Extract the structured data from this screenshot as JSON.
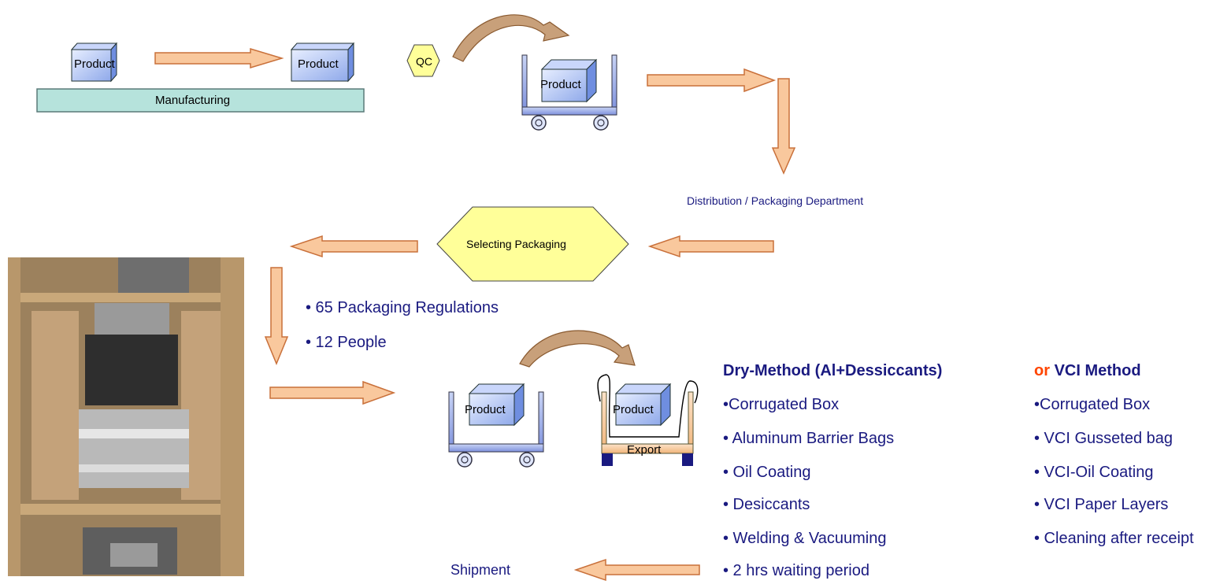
{
  "labels": {
    "product": "Product",
    "manufacturing": "Manufacturing",
    "qc": "QC",
    "distribution": "Distribution / Packaging Department",
    "selecting": "Selecting Packaging",
    "export": "Export",
    "shipment": "Shipment"
  },
  "stats": [
    "• 65 Packaging Regulations",
    "• 12 People"
  ],
  "dry_method": {
    "title": "Dry-Method (Al+Dessiccants)",
    "items": [
      "•Corrugated Box",
      "• Aluminum Barrier Bags",
      "• Oil Coating",
      "• Desiccants",
      "• Welding & Vacuuming",
      "• 2 hrs waiting period"
    ]
  },
  "vci_method": {
    "or_word": "or",
    "title": "VCI Method",
    "items": [
      "•Corrugated Box",
      "• VCI Gusseted bag",
      "• VCI-Oil Coating",
      "• VCI Paper Layers",
      "• Cleaning after receipt"
    ]
  },
  "colors": {
    "arrow_fill": "#f9c89d",
    "arrow_stroke": "#c9703a",
    "box_front": "#9fb6ef",
    "box_side": "#6f8ee0",
    "belt": "#b6e3dc",
    "hexagon": "#ffff99",
    "cart": "#6f83d6",
    "text_navy": "#1a1a80",
    "or_red": "#ff4500"
  }
}
